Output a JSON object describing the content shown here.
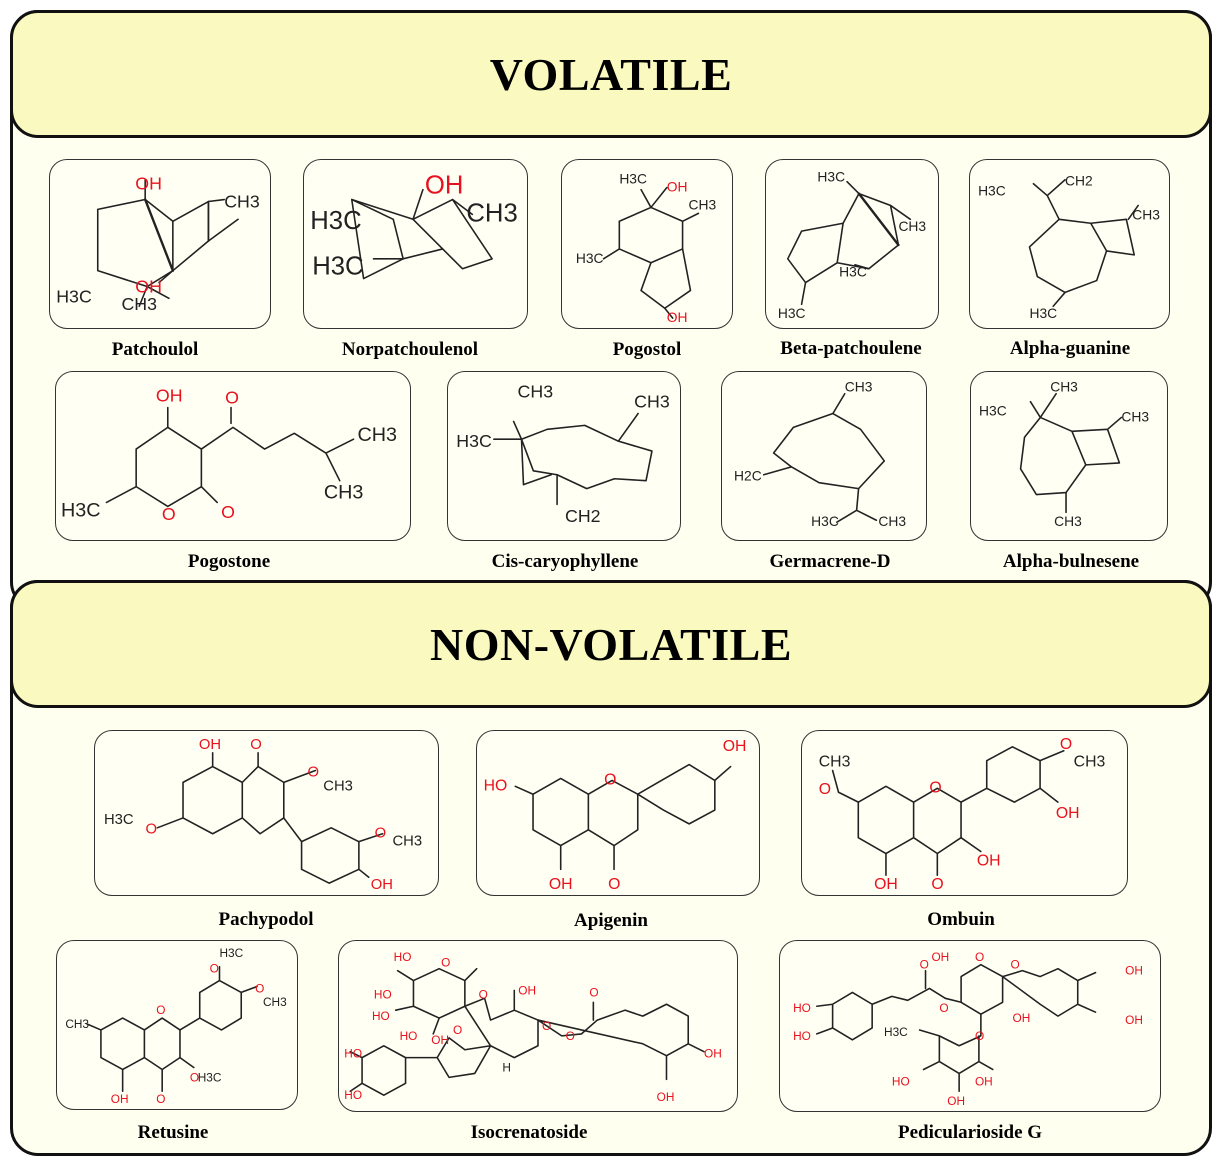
{
  "sections": {
    "volatile": {
      "title": "VOLATILE"
    },
    "non_volatile": {
      "title": "NON-VOLATILE"
    }
  },
  "compounds": {
    "patchoulol": "Patchoulol",
    "norpatchoulenol": "Norpatchoulenol",
    "pogostol": "Pogostol",
    "beta_patchoulene": "Beta-patchoulene",
    "alpha_guanine": "Alpha-guanine",
    "pogostone": "Pogostone",
    "cis_caryophyllene": "Cis-caryophyllene",
    "germacrene_d": "Germacrene-D",
    "alpha_bulnesene": "Alpha-bulnesene",
    "pachypodol": "Pachypodol",
    "apigenin": "Apigenin",
    "ombuin": "Ombuin",
    "retusine": "Retusine",
    "isocrenatoside": "Isocrenatoside",
    "pedicularioside_g": "Pedicularioside G"
  },
  "atom_labels": {
    "oh": "OH",
    "ho": "HO",
    "o": "O",
    "ch3": "CH3",
    "h3c": "H3C",
    "ch2": "CH2",
    "h2c": "H2C",
    "h": "H"
  },
  "colors": {
    "banner_fill": "#fafac0",
    "section_fill": "#fffff0",
    "heteroatom": "#e8121e",
    "bond": "#222222"
  }
}
